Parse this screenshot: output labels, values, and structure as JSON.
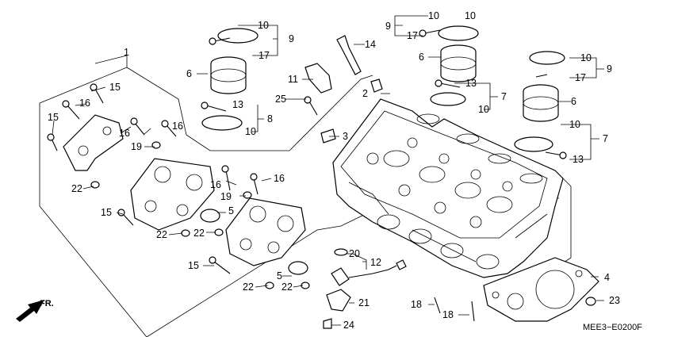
{
  "diagram_code": "MEE3−E0200F",
  "direction_label": "FR.",
  "callouts": {
    "c1": "1",
    "c2": "2",
    "c3": "3",
    "c4": "4",
    "c5a": "5",
    "c5b": "5",
    "c6a": "6",
    "c6b": "6",
    "c6c": "6",
    "c7a": "7",
    "c7b": "7",
    "c8": "8",
    "c9a": "9",
    "c9b": "9",
    "c9c": "9",
    "c10a": "10",
    "c10b": "10",
    "c10c": "10",
    "c10d": "10",
    "c10e": "10",
    "c10f": "10",
    "c10g": "10",
    "c11": "11",
    "c12": "12",
    "c13a": "13",
    "c13b": "13",
    "c13c": "13",
    "c14": "14",
    "c15a": "15",
    "c15b": "15",
    "c15c": "15",
    "c15d": "15",
    "c16a": "16",
    "c16b": "16",
    "c16c": "16",
    "c16d": "16",
    "c16e": "16",
    "c17a": "17",
    "c17b": "17",
    "c17c": "17",
    "c18a": "18",
    "c18b": "18",
    "c19a": "19",
    "c19b": "19",
    "c20": "20",
    "c21": "21",
    "c22a": "22",
    "c22b": "22",
    "c22c": "22",
    "c22d": "22",
    "c22e": "22",
    "c23": "23",
    "c24": "24",
    "c25": "25"
  },
  "icons": [
    "front-direction-arrow-icon"
  ]
}
